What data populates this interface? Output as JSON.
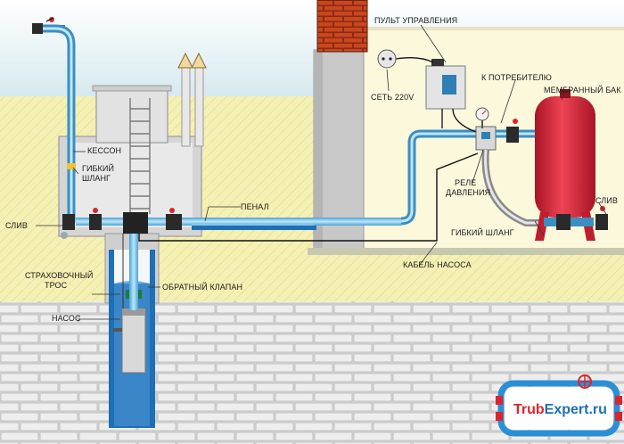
{
  "labels": {
    "caisson": "КЕССОН",
    "flex_hose_left_1": "ГИБКИЙ",
    "flex_hose_left_2": "ШЛАНГ",
    "drain_left": "СЛИВ",
    "casing": "ПЕНАЛ",
    "safety_rope_1": "СТРАХОВОЧНЫЙ",
    "safety_rope_2": "ТРОС",
    "check_valve": "ОБРАТНЫЙ КЛАПАН",
    "pump": "НАСОС",
    "control_panel": "ПУЛЬТ УПРАВЛЕНИЯ",
    "mains": "СЕТЬ 220V",
    "to_consumer": "К ПОТРЕБИТЕЛЮ",
    "membrane_tank": "МЕМБРАННЫЙ БАК",
    "pressure_relay_1": "РЕЛЕ",
    "pressure_relay_2": "ДАВЛЕНИЯ",
    "drain_right": "СЛИВ",
    "flex_hose_right": "ГИБКИЙ ШЛАНГ",
    "pump_cable": "КАБЕЛЬ НАСОСА"
  },
  "logo": {
    "text_a": "Trub",
    "text_b": "Expert.ru"
  },
  "colors": {
    "sky": "#e6f0f4",
    "soil": "#f3eeb0",
    "brick": "#c9c9c9",
    "pipe": "#7ec8ea",
    "pipe_dark": "#3a8fc2",
    "tank": "#d8283c",
    "wall_brick": "#b83a1e",
    "accent": "#d9262c"
  }
}
